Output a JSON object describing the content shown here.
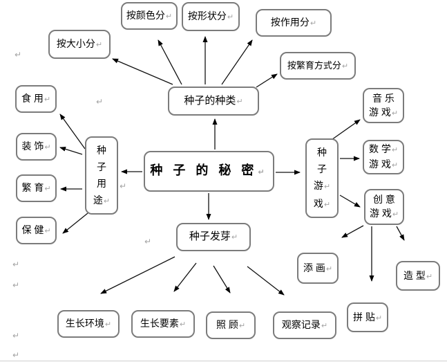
{
  "diagram_title": "种 子 的 秘 密",
  "marks": {
    "pilcrow": "↵"
  },
  "colors": {
    "box_border": "#7b7b7b",
    "arrow": "#000000",
    "paragraph_mark": "#a3a3a3",
    "text": "#000000",
    "background": "#ffffff"
  },
  "nodes": {
    "secret": {
      "lines": [
        "种 子 的 秘 密"
      ]
    },
    "seed_types": {
      "lines": [
        "种子的种类"
      ]
    },
    "by_color": {
      "lines": [
        "按颜色分"
      ]
    },
    "by_shape": {
      "lines": [
        "按形状分"
      ]
    },
    "by_function": {
      "lines": [
        "按作用分"
      ]
    },
    "by_size": {
      "lines": [
        "按大小分"
      ]
    },
    "by_breeding_method": {
      "lines": [
        "按繁育方式分"
      ]
    },
    "seed_uses": {
      "lines": [
        "种",
        "子",
        "用",
        "途"
      ]
    },
    "edible": {
      "lines": [
        "食 用"
      ]
    },
    "decoration": {
      "lines": [
        "装 饰"
      ]
    },
    "breeding": {
      "lines": [
        "繁 育"
      ]
    },
    "healthcare": {
      "lines": [
        "保 健"
      ]
    },
    "seed_games": {
      "lines": [
        "种",
        "子",
        "游",
        "戏"
      ]
    },
    "music_games": {
      "lines": [
        "音 乐",
        "游 戏"
      ]
    },
    "math_games": {
      "lines": [
        "数 学",
        "游 戏"
      ]
    },
    "creative_games": {
      "lines": [
        "创 意",
        "游 戏"
      ]
    },
    "add_drawing": {
      "lines": [
        "添 画"
      ]
    },
    "modeling": {
      "lines": [
        "造 型"
      ]
    },
    "collage": {
      "lines": [
        "拼 贴"
      ]
    },
    "germination": {
      "lines": [
        "种子发芽"
      ]
    },
    "growth_environment": {
      "lines": [
        "生长环境"
      ]
    },
    "growth_elements": {
      "lines": [
        "生长要素"
      ]
    },
    "care": {
      "lines": [
        "照 顾"
      ]
    },
    "observation_record": {
      "lines": [
        "观察记录"
      ]
    }
  }
}
